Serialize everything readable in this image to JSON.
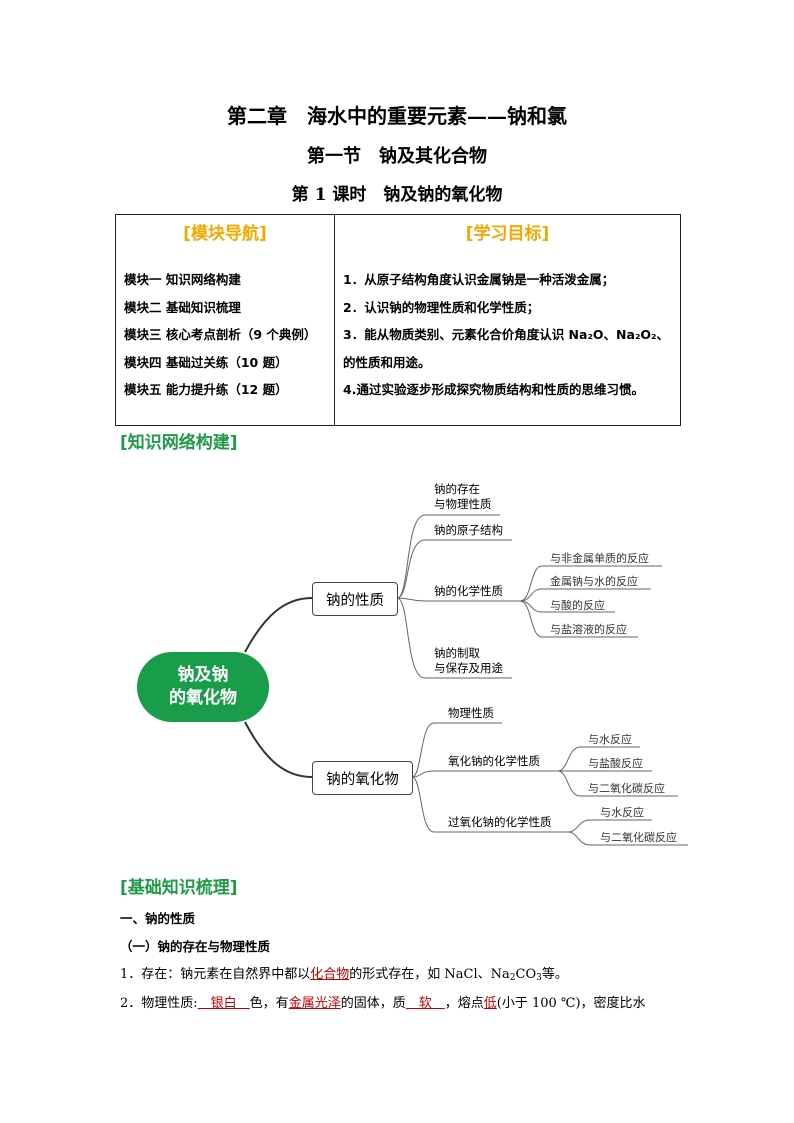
{
  "titles": {
    "chapter": "第二章　海水中的重要元素——钠和氯",
    "section": "第一节　钠及其化合物",
    "lesson": "第 1 课时　钠及钠的氧化物"
  },
  "nav_table": {
    "left_header": "[模块导航]",
    "right_header": "[学习目标]",
    "modules": [
      "模块一  知识网络构建",
      "模块二  基础知识梳理",
      "模块三  核心考点剖析（9 个典例）",
      "模块四  基础过关练（10 题）",
      "模块五  能力提升练（12 题）"
    ],
    "goals": [
      "1．从原子结构角度认识金属钠是一种活泼金属；",
      "2．认识钠的物理性质和化学性质；",
      "3．能从物质类别、元素化合价角度认识 Na₂O、Na₂O₂、",
      "的性质和用途。",
      "4.通过实验逐步形成探究物质结构和性质的思维习惯。"
    ]
  },
  "sections": {
    "knowledge_network": "[知识网络构建]",
    "basic_knowledge": "[基础知识梳理]"
  },
  "mindmap": {
    "center": {
      "line1": "钠及钠",
      "line2": "的氧化物"
    },
    "branch1": {
      "label": "钠的性质",
      "children": [
        {
          "line1": "钠的存在",
          "line2": "与物理性质"
        },
        {
          "line1": "钠的原子结构"
        },
        {
          "line1": "钠的化学性质",
          "children": [
            "与非金属单质的反应",
            "金属钠与水的反应",
            "与酸的反应",
            "与盐溶液的反应"
          ]
        },
        {
          "line1": "钠的制取",
          "line2": "与保存及用途"
        }
      ]
    },
    "branch2": {
      "label": "钠的氧化物",
      "children": [
        {
          "line1": "物理性质"
        },
        {
          "line1": "氧化钠的化学性质",
          "children": [
            "与水反应",
            "与盐酸反应",
            "与二氧化碳反应"
          ]
        },
        {
          "line1": "过氧化钠的化学性质",
          "children": [
            "与水反应",
            "与二氧化碳反应"
          ]
        }
      ]
    }
  },
  "content": {
    "heading1": "一、钠的性质",
    "heading2": "（一）钠的存在与物理性质",
    "p1": {
      "prefix": "1．存在：钠元素在自然界中都以",
      "answer": "化合物",
      "suffix1": "的形式存在，如 NaCl、Na",
      "sub1": "2",
      "suffix2": "CO",
      "sub2": "3",
      "suffix3": "等。"
    },
    "p2": {
      "prefix": "2．物理性质:",
      "blank1": "　银白　",
      "t1": "色，有",
      "answer2": "金属光泽",
      "t2": "的固体，质",
      "blank2": "　软　",
      "t3": "，熔点",
      "answer3": "低",
      "t4": "(小于 100 ℃)，密度比水"
    }
  },
  "colors": {
    "module_header": "#f2a900",
    "section_green": "#1e9a48",
    "mindmap_center": "#1a9d4a",
    "answer_red": "#c00000"
  }
}
